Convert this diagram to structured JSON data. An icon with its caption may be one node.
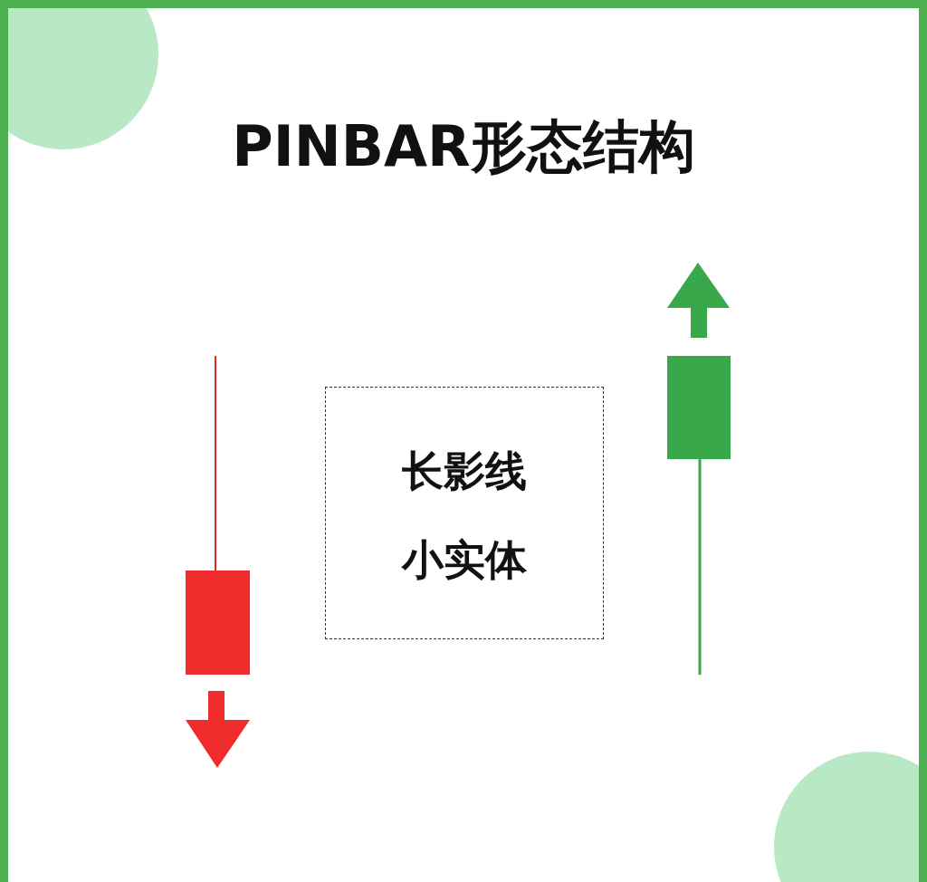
{
  "diagram": {
    "title": "PINBAR形态结构",
    "nodes": [
      {
        "text": [
          "长影线",
          "小实体"
        ]
      }
    ]
  }
}
